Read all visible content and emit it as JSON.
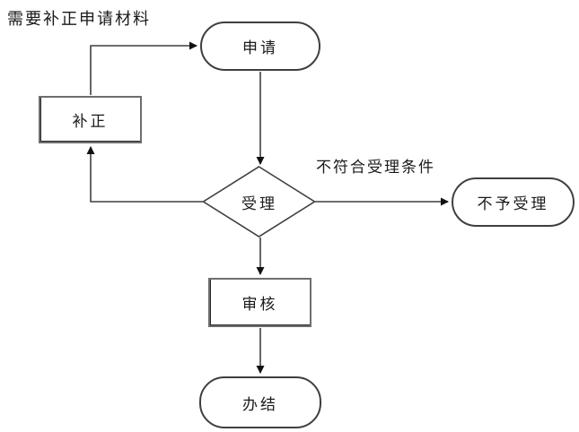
{
  "diagram": {
    "type": "flowchart",
    "title_note": "需要补正申请材料",
    "nodes": {
      "apply": {
        "label": "申请",
        "shape": "oval"
      },
      "correct": {
        "label": "补正",
        "shape": "rect"
      },
      "accept": {
        "label": "受理",
        "shape": "diamond"
      },
      "reject": {
        "label": "不予受理",
        "shape": "oval"
      },
      "review": {
        "label": "审核",
        "shape": "rect"
      },
      "complete": {
        "label": "办结",
        "shape": "oval"
      }
    },
    "edges": [
      {
        "from": "apply",
        "to": "accept",
        "label": ""
      },
      {
        "from": "accept",
        "to": "reject",
        "label": "不符合受理条件"
      },
      {
        "from": "accept",
        "to": "correct",
        "label": "需要补正申请材料"
      },
      {
        "from": "correct",
        "to": "apply",
        "label": ""
      },
      {
        "from": "accept",
        "to": "review",
        "label": ""
      },
      {
        "from": "review",
        "to": "complete",
        "label": ""
      }
    ],
    "edge_labels": {
      "not_meet_conditions": "不符合受理条件"
    },
    "colors": {
      "background": "#ffffff",
      "line": "#3f3f3f",
      "oval_border": "#3f3f3f",
      "rect_border": "#6e6e6e",
      "text": "#1a1a1a"
    }
  }
}
